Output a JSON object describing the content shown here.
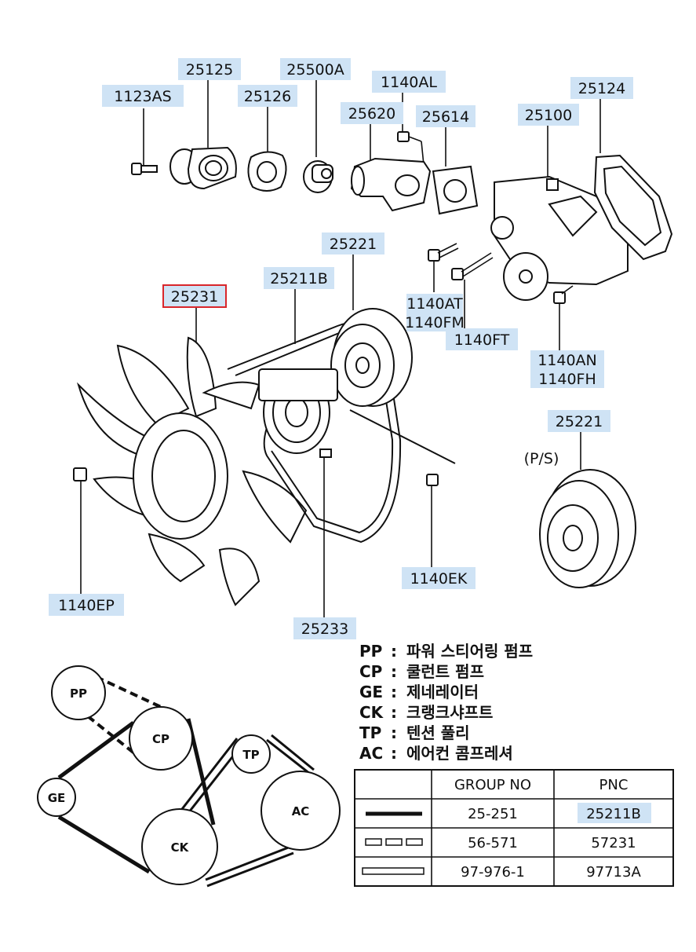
{
  "callouts": [
    {
      "id": "c-1123AS",
      "text": "1123AS",
      "highlight": "blue"
    },
    {
      "id": "c-25125",
      "text": "25125",
      "highlight": "blue"
    },
    {
      "id": "c-25126",
      "text": "25126",
      "highlight": "blue"
    },
    {
      "id": "c-25500A",
      "text": "25500A",
      "highlight": "blue"
    },
    {
      "id": "c-1140AL",
      "text": "1140AL",
      "highlight": "blue"
    },
    {
      "id": "c-25620",
      "text": "25620",
      "highlight": "blue"
    },
    {
      "id": "c-25614",
      "text": "25614",
      "highlight": "blue"
    },
    {
      "id": "c-25100",
      "text": "25100",
      "highlight": "blue"
    },
    {
      "id": "c-25124",
      "text": "25124",
      "highlight": "blue"
    },
    {
      "id": "c-25221a",
      "text": "25221",
      "highlight": "blue"
    },
    {
      "id": "c-25211B",
      "text": "25211B",
      "highlight": "blue"
    },
    {
      "id": "c-25231",
      "text": "25231",
      "highlight": "red"
    },
    {
      "id": "c-1140AT",
      "text": "1140AT",
      "highlight": "blue"
    },
    {
      "id": "c-1140FM",
      "text": "1140FM",
      "highlight": "blue"
    },
    {
      "id": "c-1140FT",
      "text": "1140FT",
      "highlight": "blue"
    },
    {
      "id": "c-1140AN",
      "text": "1140AN",
      "highlight": "blue"
    },
    {
      "id": "c-1140FH",
      "text": "1140FH",
      "highlight": "blue"
    },
    {
      "id": "c-25221b",
      "text": "25221",
      "highlight": "blue"
    },
    {
      "id": "c-ps",
      "text": "(P/S)",
      "highlight": "none"
    },
    {
      "id": "c-1140EK",
      "text": "1140EK",
      "highlight": "blue"
    },
    {
      "id": "c-1140EP",
      "text": "1140EP",
      "highlight": "blue"
    },
    {
      "id": "c-25233",
      "text": "25233",
      "highlight": "blue"
    }
  ],
  "legend": [
    {
      "code": "PP",
      "sep": ":",
      "desc": "파워 스티어링 펌프"
    },
    {
      "code": "CP",
      "sep": ":",
      "desc": "쿨런트 펌프"
    },
    {
      "code": "GE",
      "sep": ":",
      "desc": "제네레이터"
    },
    {
      "code": "CK",
      "sep": ":",
      "desc": "크랭크샤프트"
    },
    {
      "code": "TP",
      "sep": ":",
      "desc": "텐션 풀리"
    },
    {
      "code": "AC",
      "sep": ":",
      "desc": "에어컨 콤프레셔"
    }
  ],
  "pulleys": {
    "PP": "PP",
    "CP": "CP",
    "GE": "GE",
    "CK": "CK",
    "TP": "TP",
    "AC": "AC"
  },
  "belt_table": {
    "headers": [
      "",
      "GROUP NO",
      "PNC"
    ],
    "rows": [
      {
        "line_style": "solid-thick",
        "group_no": "25-251",
        "pnc": "25211B",
        "pnc_highlight": true
      },
      {
        "line_style": "dashed-double",
        "group_no": "56-571",
        "pnc": "57231",
        "pnc_highlight": false
      },
      {
        "line_style": "double-outline",
        "group_no": "97-976-1",
        "pnc": "97713A",
        "pnc_highlight": false
      }
    ]
  },
  "colors": {
    "highlight_blue": "#cfe3f5",
    "highlight_red": "#d9262b",
    "ink": "#111111"
  }
}
